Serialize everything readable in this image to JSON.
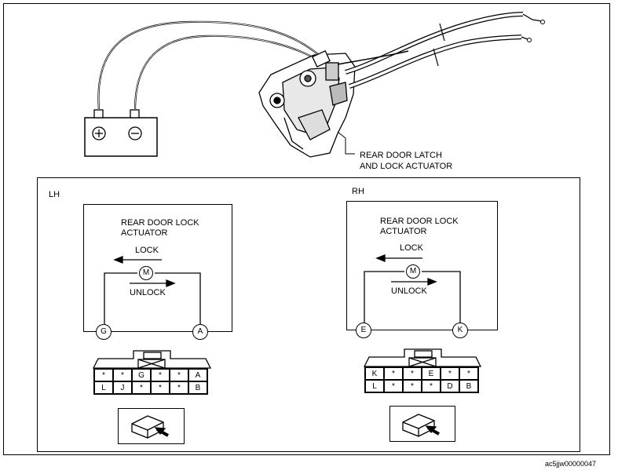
{
  "diagram": {
    "latch_label_line1": "REAR DOOR LATCH",
    "latch_label_line2": "AND LOCK ACTUATOR",
    "battery": {
      "positive_symbol": "+",
      "negative_symbol": "−"
    },
    "image_code": "ac5jjw00000047",
    "lh": {
      "side_label": "LH",
      "actuator_line1": "REAR DOOR LOCK",
      "actuator_line2": "ACTUATOR",
      "lock_label": "LOCK",
      "unlock_label": "UNLOCK",
      "motor_label": "M",
      "terminal_left": "G",
      "terminal_right": "A",
      "connector_rows": [
        [
          "*",
          "*",
          "G",
          "*",
          "*",
          "A"
        ],
        [
          "L",
          "J",
          "*",
          "*",
          "*",
          "B"
        ]
      ]
    },
    "rh": {
      "side_label": "RH",
      "actuator_line1": "REAR DOOR LOCK",
      "actuator_line2": "ACTUATOR",
      "lock_label": "LOCK",
      "unlock_label": "UNLOCK",
      "motor_label": "M",
      "terminal_left": "E",
      "terminal_right": "K",
      "connector_rows": [
        [
          "K",
          "*",
          "*",
          "E",
          "*",
          "*"
        ],
        [
          "L",
          "*",
          "*",
          "*",
          "D",
          "B"
        ]
      ]
    }
  }
}
